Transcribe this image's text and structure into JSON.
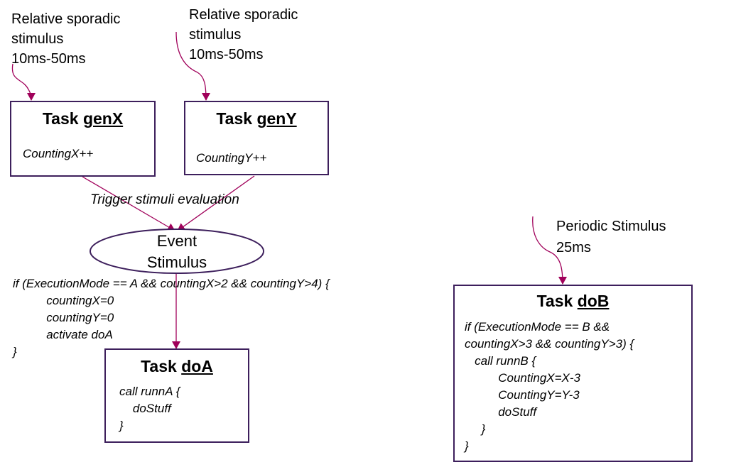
{
  "stimuli": {
    "genX": "Relative sporadic\nstimulus\n10ms-50ms",
    "genY": "Relative sporadic\nstimulus\n10ms-50ms",
    "doB": "Periodic Stimulus\n25ms"
  },
  "tasks": {
    "genX": {
      "prefix": "Task ",
      "name": "genX",
      "body": "CountingX++"
    },
    "genY": {
      "prefix": "Task ",
      "name": "genY",
      "body": "CountingY++"
    },
    "doA": {
      "prefix": "Task ",
      "name": "doA",
      "body": "call runnA {\n    doStuff\n}"
    },
    "doB": {
      "prefix": "Task ",
      "name": "doB",
      "body": "if (ExecutionMode == B &&\ncountingX>3 && countingY>3) {\n   call runnB {\n          CountingX=X-3\n          CountingY=Y-3\n          doStuff\n     }\n}"
    }
  },
  "trigger_label": "Trigger stimuli evaluation",
  "event": {
    "line1": "Event",
    "line2": "Stimulus"
  },
  "event_condition": "if (ExecutionMode == A && countingX>2 && countingY>4) {\n          countingX=0\n          countingY=0\n          activate doA\n}",
  "colors": {
    "arrow": "#a0005a",
    "border": "#3d1f5c"
  }
}
